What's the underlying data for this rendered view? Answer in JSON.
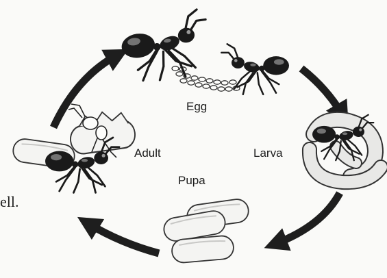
{
  "diagram": {
    "stages": {
      "egg": "Egg",
      "larva": "Larva",
      "pupa": "Pupa",
      "adult": "Adult"
    },
    "cut_text_fragment": "ell.",
    "colors": {
      "arrow": "#1e1e1e",
      "ant_body": "#1a1a1a",
      "ant_highlight": "#9a9a9a",
      "cocoon_fill": "#f4f4f2",
      "cocoon_stroke": "#333333",
      "larva_fill": "#e8e8e6"
    },
    "icons": [
      "ant-icon",
      "egg-cluster-icon",
      "larva-icon",
      "pupa-icon",
      "cycle-arrow-icon"
    ]
  }
}
